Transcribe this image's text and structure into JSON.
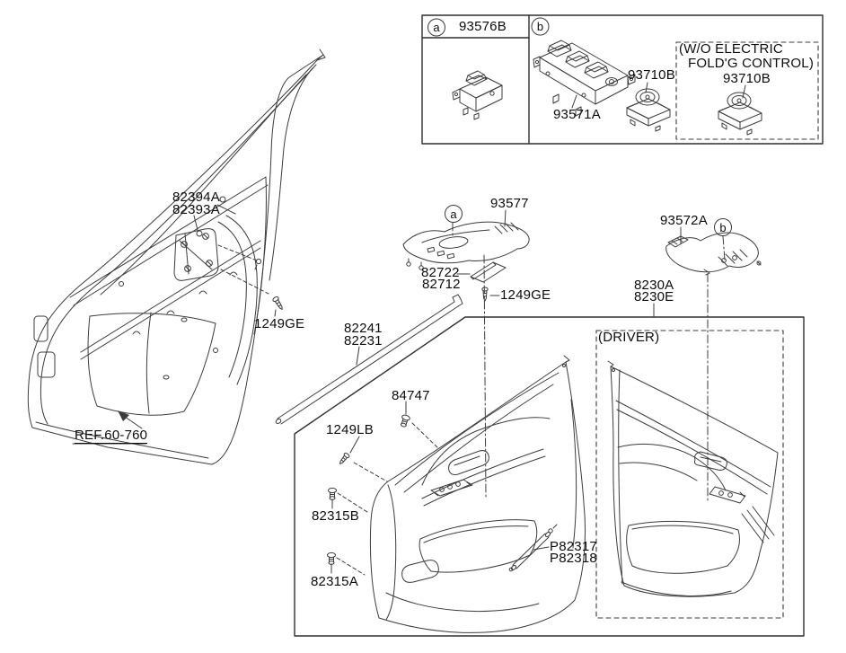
{
  "colors": {
    "background": "#ffffff",
    "line": "#3c3c3c",
    "text": "#0c0c0c"
  },
  "inset": {
    "marker_a": "a",
    "part_single_switch": "93576B",
    "marker_b": "b",
    "part_master_switch": "93571A",
    "part_mirror_switch": "93710B",
    "wo_electric": {
      "line1": "(W/O ELECTRIC",
      "line2": "FOLD'G CONTROL)",
      "part": "93710B"
    }
  },
  "main": {
    "marker_a": "a",
    "marker_b": "b",
    "module_line1": "82394A",
    "module_line2": "82393A",
    "screw_door": "1249GE",
    "door_ref": "REF.60-760",
    "strip_line1": "82241",
    "strip_line2": "82231",
    "bezel": "93577",
    "pad_line1": "82722",
    "pad_line2": "82712",
    "screw_bezel": "1249GE",
    "clip_top": "84747",
    "screw_panel": "1249LB",
    "clip_mid": "82315B",
    "clip_low": "82315A",
    "lamp_line1": "P82317",
    "lamp_line2": "P82318",
    "armrest_cover": "93572A",
    "trim_line1": "8230A",
    "trim_line2": "8230E",
    "driver_note": "(DRIVER)"
  }
}
